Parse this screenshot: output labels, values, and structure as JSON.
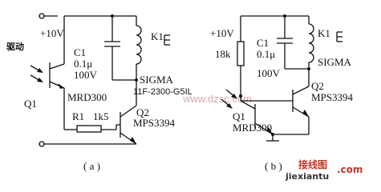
{
  "circuit_a": {
    "supply": "+10V",
    "drive_label": "驱动",
    "capacitor": {
      "name": "C1",
      "value": "0.1μ",
      "voltage": "100V"
    },
    "relay": {
      "name": "K1",
      "brand": "SIGMA",
      "model": "11F-2300-G5IL"
    },
    "phototransistor": {
      "name": "Q1",
      "model": "MRD300"
    },
    "resistor": {
      "name": "R1",
      "value": "1k5"
    },
    "transistor": {
      "name": "Q2",
      "model": "MPS3394"
    },
    "caption": "( a )"
  },
  "circuit_b": {
    "supply": "+10V",
    "resistor": {
      "value": "18k"
    },
    "capacitor": {
      "name": "C1",
      "value": "0.1μ",
      "voltage": "100V"
    },
    "relay": {
      "name": "K1",
      "brand": "SIGMA"
    },
    "phototransistor": {
      "name": "Q1",
      "model": "MRD300"
    },
    "transistor": {
      "name": "Q2",
      "model": "MPS3394"
    },
    "caption": "( b )"
  },
  "watermark": "www.dzsc.com",
  "site_logo": {
    "cn": "接线图",
    "url": "jiexiantu",
    "suffix": ".com"
  }
}
